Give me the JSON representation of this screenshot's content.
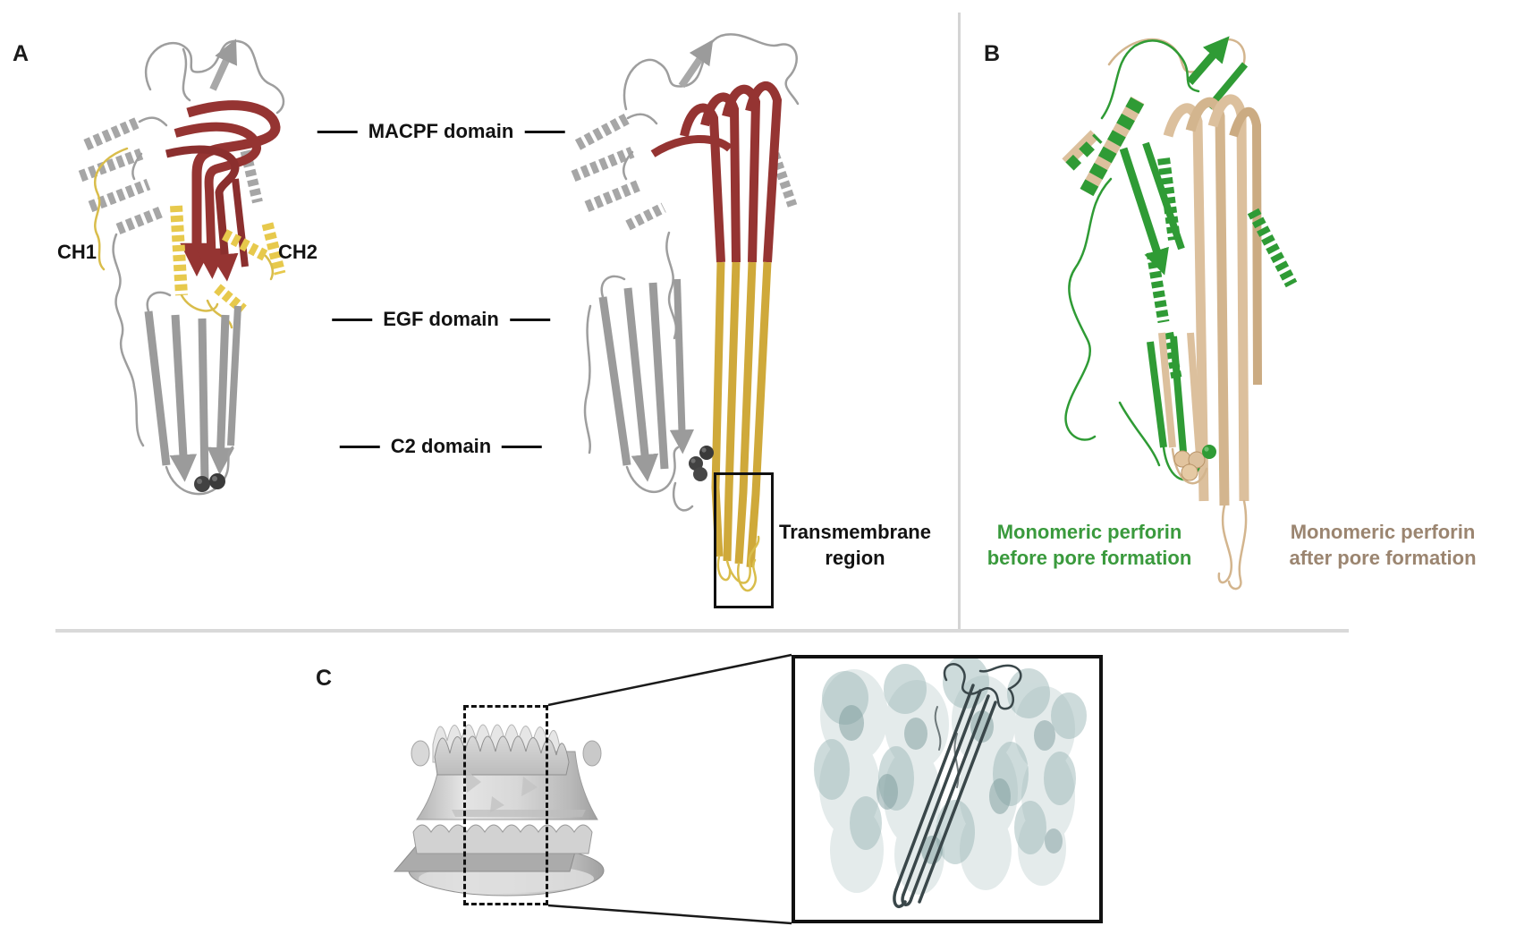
{
  "panels": {
    "a": {
      "label": "A",
      "domain_labels": [
        {
          "text": "MACPF domain"
        },
        {
          "text": "EGF domain"
        },
        {
          "text": "C2 domain"
        }
      ],
      "helix_labels": {
        "ch1": "CH1",
        "ch2": "CH2"
      },
      "transmembrane_label": {
        "line1": "Transmembrane",
        "line2": "region"
      }
    },
    "b": {
      "label": "B",
      "legend_before": {
        "line1": "Monomeric perforin",
        "line2": "before pore formation",
        "color": "#3a9a3d"
      },
      "legend_after": {
        "line1": "Monomeric perforin",
        "line2": "after pore formation",
        "color": "#9b8570"
      }
    },
    "c": {
      "label": "C"
    }
  },
  "palette": {
    "macpf_sheet_red": "#953432",
    "ch_helix_yellow": "#e7c94c",
    "tm_strand_yellow": "#cfa93a",
    "ribbon_gray": "#a2a2a2",
    "calcium_sphere_dark": "#424242",
    "before_pore_green": "#2f9b35",
    "after_pore_wheat": "#dcc09d",
    "divider_gray": "#d4d4d4",
    "density_map_gray": "#c9c9c9",
    "inset_density_teal": "#8fb0b0",
    "inset_ribbon_dark": "#3a474a"
  }
}
